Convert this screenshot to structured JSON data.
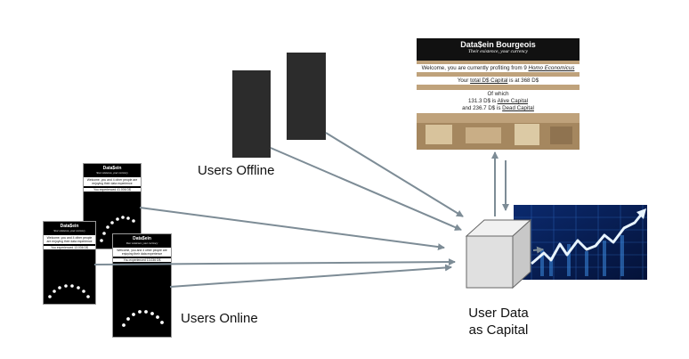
{
  "labels": {
    "offline": "Users Offline",
    "online": "Users Online",
    "user_data_line1": "User Data",
    "user_data_line2": "as Capital"
  },
  "phones": [
    {
      "title": "Data$ein",
      "subtitle": "Your existence, your currency",
      "message": "Welcome, you and 4 other people are enjoying their data experience",
      "balance": "You experienced 41.006 D$"
    },
    {
      "title": "Data$ein",
      "subtitle": "Your existence, your currency",
      "message": "Welcome, you and 4 other people are enjoying their data experience",
      "balance": "You experienced 13.036 D$"
    },
    {
      "title": "Data$ein",
      "subtitle": "Your existence, your currency",
      "message": "Welcome, you and 4 other people are enjoying their data experience",
      "balance": "You experienced 13.036 D$"
    }
  ],
  "dashboard": {
    "title": "Data$ein Bourgeois",
    "subtitle": "Their existence, your currency",
    "welcome_prefix": "Welcome, you are currently profiting from 9 ",
    "welcome_link": "Homo Economicus",
    "capital_prefix": "Your ",
    "capital_link": "total D$ Capital",
    "capital_suffix": " is at 368 D$",
    "of_which": "Of which",
    "alive_prefix": "131.3 D$ is ",
    "alive_link": "Alive Capital",
    "dead_prefix": "and 236.7 D$ is ",
    "dead_link": "Dead Capital"
  },
  "colors": {
    "arrow": "#7d8c96",
    "offline_block": "#2c2c2c",
    "dashboard_header": "#111111",
    "stock_background": "#061a4a",
    "stock_line": "#e8f4ff"
  }
}
